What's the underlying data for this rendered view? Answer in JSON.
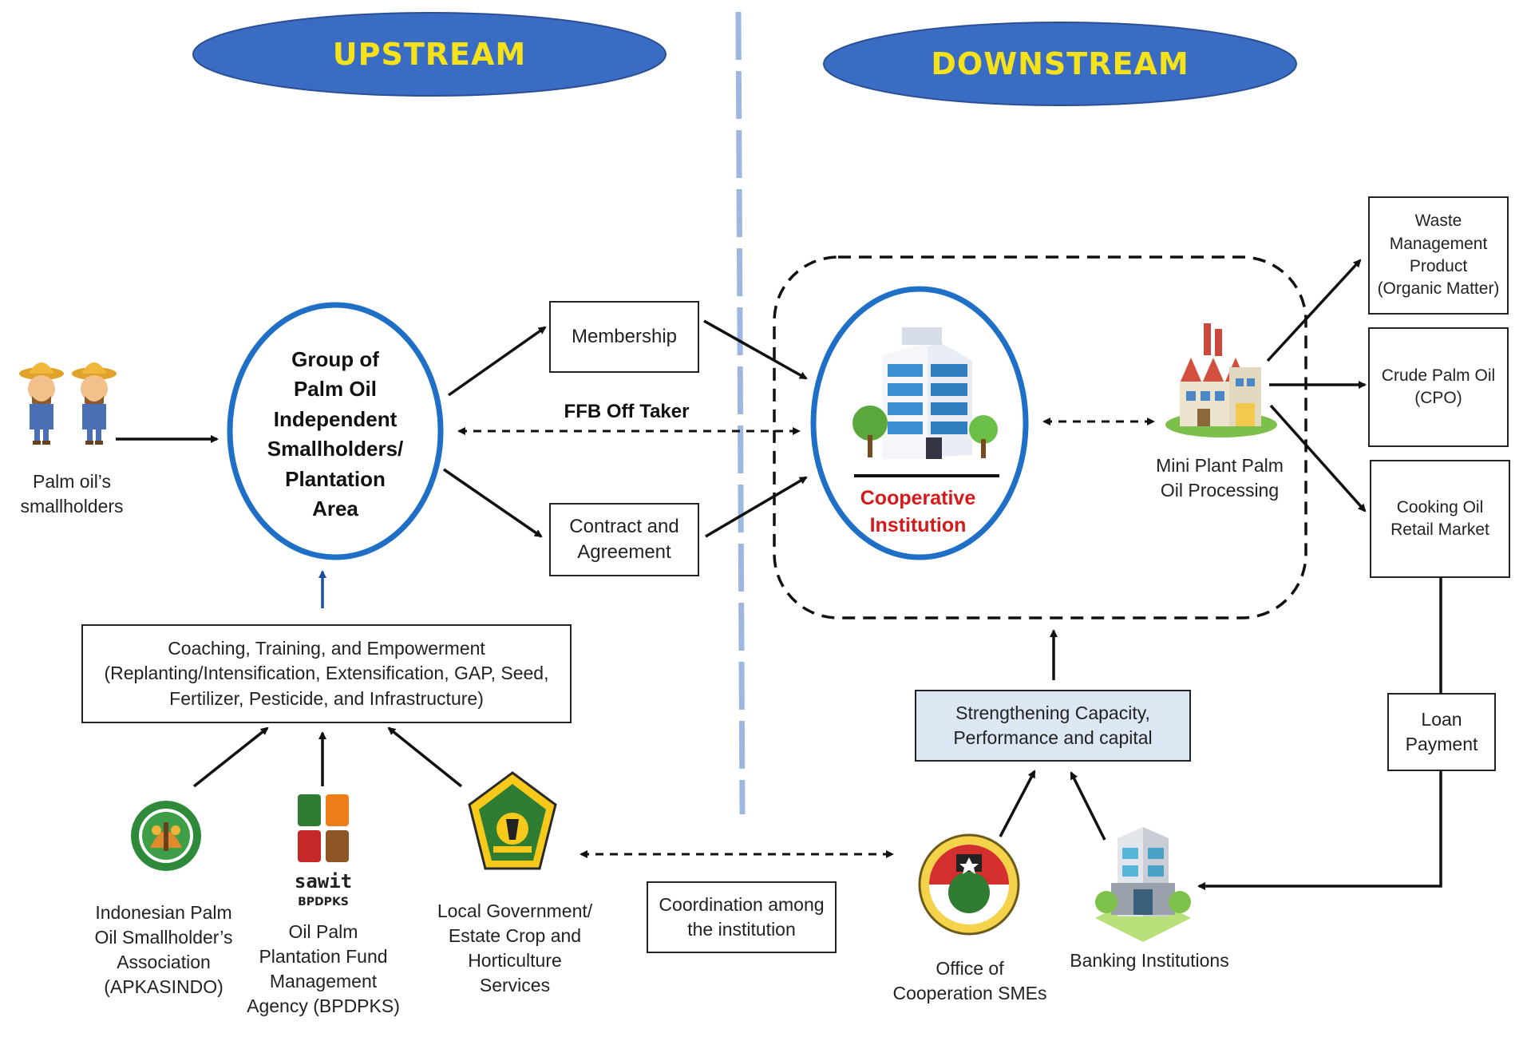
{
  "colors": {
    "pill_fill": "#3b6cc4",
    "pill_text": "#f5e21b",
    "circle_stroke": "#1f6fc6",
    "coop_text": "#d41a1a",
    "strength_fill": "#dde6f3",
    "divider": "#9fb7e0"
  },
  "header": {
    "upstream": "UPSTREAM",
    "downstream": "DOWNSTREAM"
  },
  "smallholders": {
    "icon": "farmers-icon",
    "label_line1": "Palm oil’s",
    "label_line2": "smallholders"
  },
  "group_circle": {
    "line1": "Group of",
    "line2": "Palm Oil",
    "line3": "Independent",
    "line4": "Smallholders/",
    "line5": "Plantation",
    "line6": "Area"
  },
  "membership": "Membership",
  "contract": {
    "line1": "Contract and",
    "line2": "Agreement"
  },
  "ffb_label": "FFB Off Taker",
  "cooperative": {
    "icon": "office-building-icon",
    "line1": "Cooperative",
    "line2": "Institution"
  },
  "mini_plant": {
    "icon": "factory-icon",
    "line1": "Mini Plant Palm",
    "line2": "Oil Processing"
  },
  "outputs": {
    "waste": [
      "Waste",
      "Management",
      "Product",
      "(Organic Matter)"
    ],
    "cpo": [
      "Crude Palm Oil",
      "(CPO)"
    ],
    "cooking": [
      "Cooking Oil",
      "Retail Market"
    ]
  },
  "loan": {
    "line1": "Loan",
    "line2": "Payment"
  },
  "coaching": {
    "line1": "Coaching, Training, and Empowerment",
    "line2": "(Replanting/Intensification, Extensification, GAP, Seed,",
    "line3": "Fertilizer, Pesticide, and Infrastructure)"
  },
  "strengthening": {
    "line1": "Strengthening Capacity,",
    "line2": "Performance and capital"
  },
  "coordination": {
    "line1": "Coordination among",
    "line2": "the institution"
  },
  "apkasindo": {
    "icon": "apkasindo-logo-icon",
    "lines": [
      "Indonesian Palm",
      "Oil Smallholder’s",
      "Association",
      "(APKASINDO)"
    ]
  },
  "bpdpks": {
    "icon": "sawit-bpdpks-logo-icon",
    "logo_word": "sawit",
    "logo_sub": "BPDPKS",
    "lines": [
      "Oil Palm",
      "Plantation Fund",
      "Management",
      "Agency (BPDPKS)"
    ]
  },
  "local_gov": {
    "icon": "local-government-emblem-icon",
    "lines": [
      "Local Government/",
      "Estate Crop and",
      "Horticulture",
      "Services"
    ]
  },
  "office_smes": {
    "icon": "cooperation-smes-emblem-icon",
    "line1": "Office of",
    "line2": "Cooperation SMEs"
  },
  "banking": {
    "icon": "bank-building-icon",
    "label": "Banking Institutions"
  }
}
